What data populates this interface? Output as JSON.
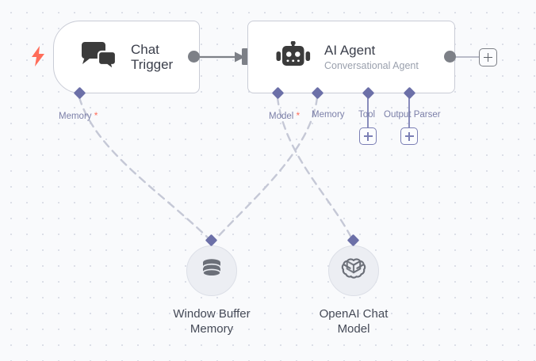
{
  "canvas": {
    "background_color": "#f9fafc",
    "grid_dot_color": "#dcdfe8",
    "grid_spacing": 20
  },
  "theme": {
    "node_border": "#c9ccd6",
    "node_bg": "#ffffff",
    "title_color": "#3b3f4b",
    "subtitle_color": "#9aa0ad",
    "port_label_color": "#7b7fa8",
    "diamond_color": "#6c70a8",
    "connector_gray": "#7d8087",
    "required_star_color": "#ff6d5a",
    "accent_purple": "#7b7fb5",
    "subnode_bg": "#eceef3"
  },
  "nodes": [
    {
      "id": "chat-trigger",
      "title": "Chat\nTrigger",
      "icon": "chat-bubbles-icon",
      "badge": "lightning-bolt-icon",
      "ports": [
        {
          "label": "Memory",
          "required": true
        }
      ]
    },
    {
      "id": "ai-agent",
      "title": "AI Agent",
      "subtitle": "Conversational Agent",
      "icon": "robot-icon",
      "ports": [
        {
          "label": "Model",
          "required": true
        },
        {
          "label": "Memory",
          "required": false
        },
        {
          "label": "Tool",
          "required": false
        },
        {
          "label": "Output Parser",
          "required": false
        }
      ]
    }
  ],
  "subnodes": [
    {
      "id": "window-buffer-memory",
      "label": "Window Buffer\nMemory",
      "icon": "database-icon"
    },
    {
      "id": "openai-chat-model",
      "label": "OpenAI Chat\nModel",
      "icon": "openai-logo-icon"
    }
  ],
  "buttons": {
    "add_output_label": "+",
    "add_tool_label": "+",
    "add_output_parser_label": "+"
  }
}
